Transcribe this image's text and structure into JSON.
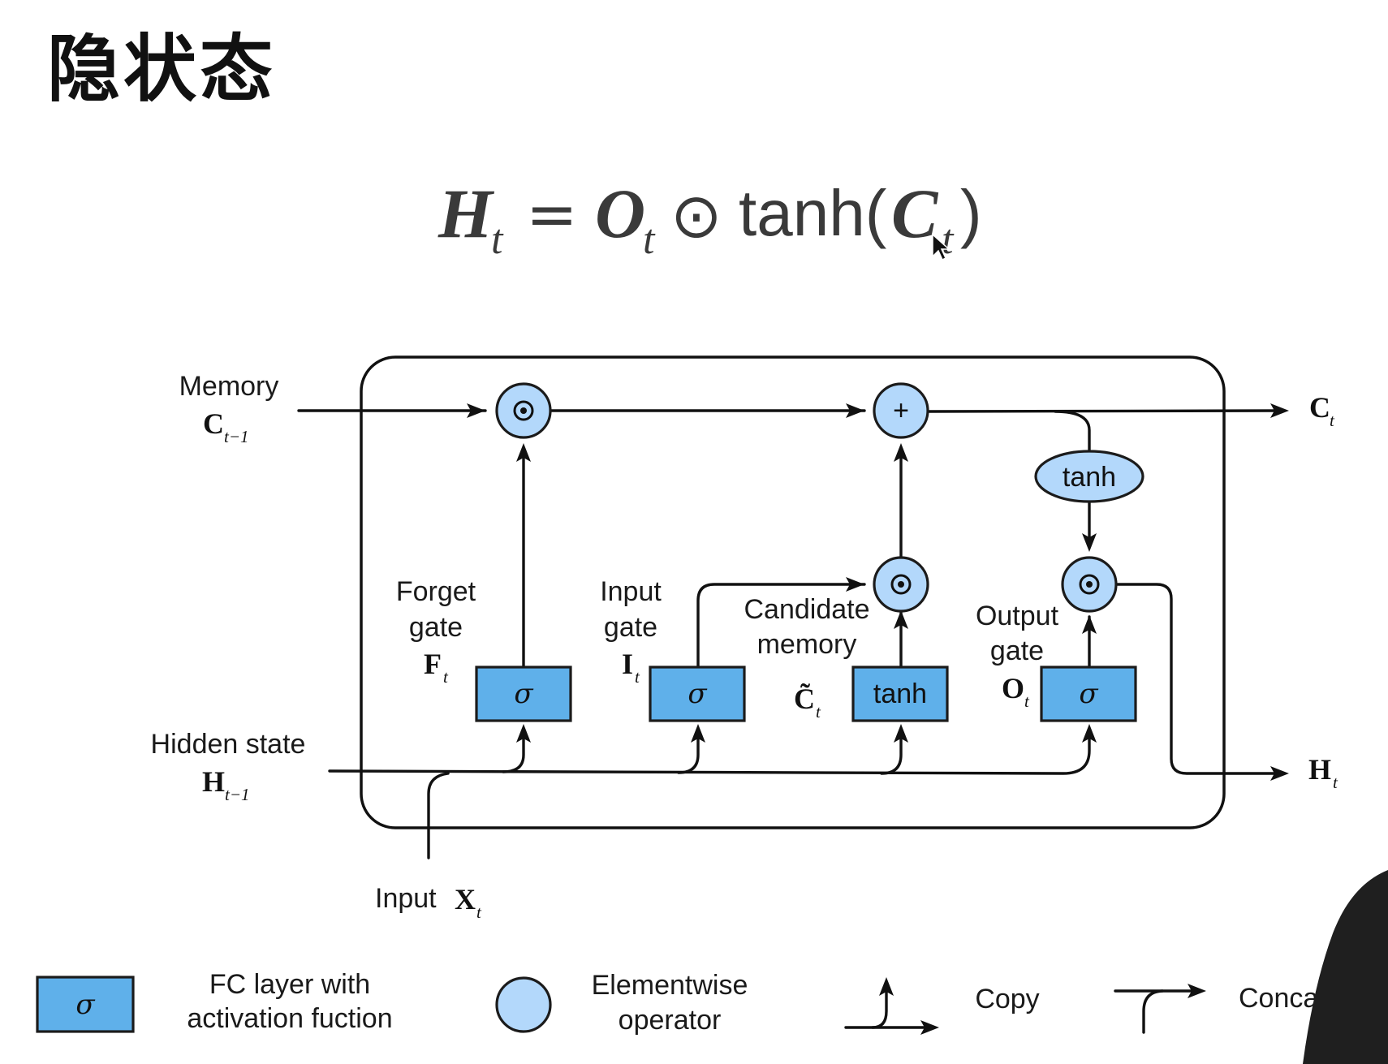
{
  "slide": {
    "title": "隐状态"
  },
  "equation": {
    "lhs": "H",
    "lhs_sub": "t",
    "equals": "=",
    "gate": "O",
    "gate_sub": "t",
    "operator": "⊙",
    "func": "tanh(",
    "arg": "C",
    "arg_sub": "t",
    "close": ")"
  },
  "diagram": {
    "memory_label": "Memory",
    "memory_var": "C",
    "memory_sub": "t−1",
    "hidden_label": "Hidden state",
    "hidden_var": "H",
    "hidden_sub": "t−1",
    "input_label": "Input",
    "input_var": "X",
    "input_sub": "t",
    "out_c_var": "C",
    "out_c_sub": "t",
    "out_h_var": "H",
    "out_h_sub": "t",
    "forget_gate": {
      "line1": "Forget",
      "line2": "gate",
      "var": "F",
      "sub": "t",
      "symbol": "σ"
    },
    "input_gate": {
      "line1": "Input",
      "line2": "gate",
      "var": "I",
      "sub": "t",
      "symbol": "σ"
    },
    "candidate": {
      "line1": "Candidate",
      "line2": "memory",
      "var": "C̃",
      "sub": "t",
      "symbol": "tanh"
    },
    "output_gate": {
      "line1": "Output",
      "line2": "gate",
      "var": "O",
      "sub": "t",
      "symbol": "σ"
    },
    "tanh_node": "tanh",
    "mult_symbol": "⊙",
    "plus_symbol": "+"
  },
  "legend": {
    "fc_symbol": "σ",
    "fc_line1": "FC layer with",
    "fc_line2": "activation fuction",
    "elem_line1": "Elementwise",
    "elem_line2": "operator",
    "copy": "Copy",
    "concat": "Conca"
  },
  "colors": {
    "box_fill": "#5fb0ea",
    "circle_fill": "#b3d8fb",
    "stroke": "#1b1b1b"
  }
}
